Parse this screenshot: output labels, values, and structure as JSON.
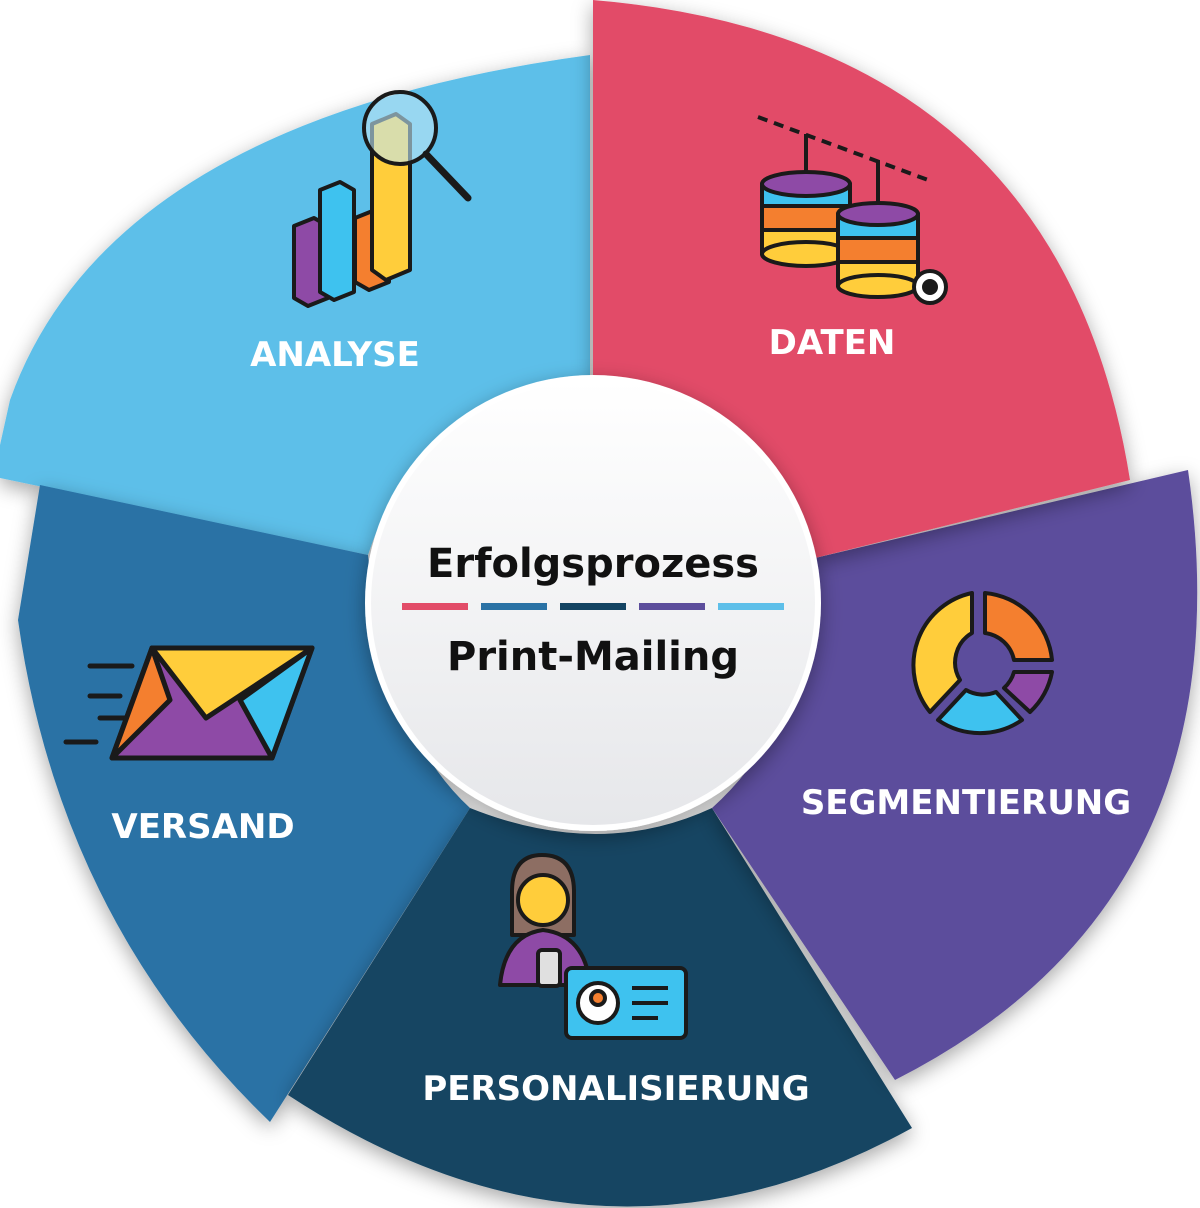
{
  "center": {
    "title": "Erfolgsprozess",
    "subtitle": "Print-Mailing",
    "divider_colors": [
      "#e24c68",
      "#2a72a5",
      "#134462",
      "#5c4e9c",
      "#5dbfe9"
    ]
  },
  "segments": [
    {
      "id": "daten",
      "label": "DATEN",
      "color": "#e24c68",
      "icon": "database-icon"
    },
    {
      "id": "segmentierung",
      "label": "SEGMENTIERUNG",
      "color": "#5c4e9c",
      "icon": "donut-chart-icon"
    },
    {
      "id": "personalisierung",
      "label": "PERSONALISIERUNG",
      "color": "#134462",
      "icon": "person-id-card-icon"
    },
    {
      "id": "versand",
      "label": "VERSAND",
      "color": "#2a72a5",
      "icon": "envelope-icon"
    },
    {
      "id": "analyse",
      "label": "ANALYSE",
      "color": "#5dbfe9",
      "icon": "bar-chart-magnifier-icon"
    }
  ]
}
